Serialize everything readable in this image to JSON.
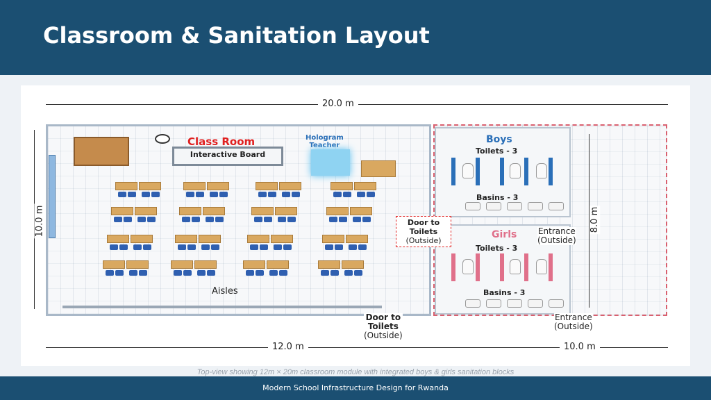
{
  "header": {
    "title": "Classroom & Sanitation Layout"
  },
  "plan": {
    "total_width": "20.0 m",
    "classroom_width": "12.0 m",
    "sanitation_width": "10.0 m",
    "classroom_depth": "10.0 m",
    "sanitation_depth": "8.0 m",
    "class_room": "Class Room",
    "interactive_board": "Interactive Board",
    "hologram_teacher": [
      "Hologram",
      "Teacher"
    ],
    "aisles": "Aisles",
    "door_inner": [
      "Door to",
      "Toilets",
      "(Outside)"
    ],
    "door_bottom": [
      "Door to",
      "Toilets",
      "(Outside)"
    ],
    "boys": "Boys",
    "boys_toilets": "Toilets - 3",
    "boys_basins": "Basins - 3",
    "girls": "Girls",
    "girls_toilets": "Toilets - 3",
    "girls_basins": "Basins - 3",
    "entrance1": [
      "Entrance",
      "(Outside)"
    ],
    "entrance2": [
      "Entrance",
      "(Outside)"
    ],
    "colors": {
      "boys": "#2a6fb8",
      "girls": "#e0708a",
      "accent": "#e02020"
    }
  },
  "caption": "Top-view showing 12m × 20m classroom module with integrated boys & girls sanitation blocks",
  "footer": "Modern School Infrastructure Design for Rwanda"
}
